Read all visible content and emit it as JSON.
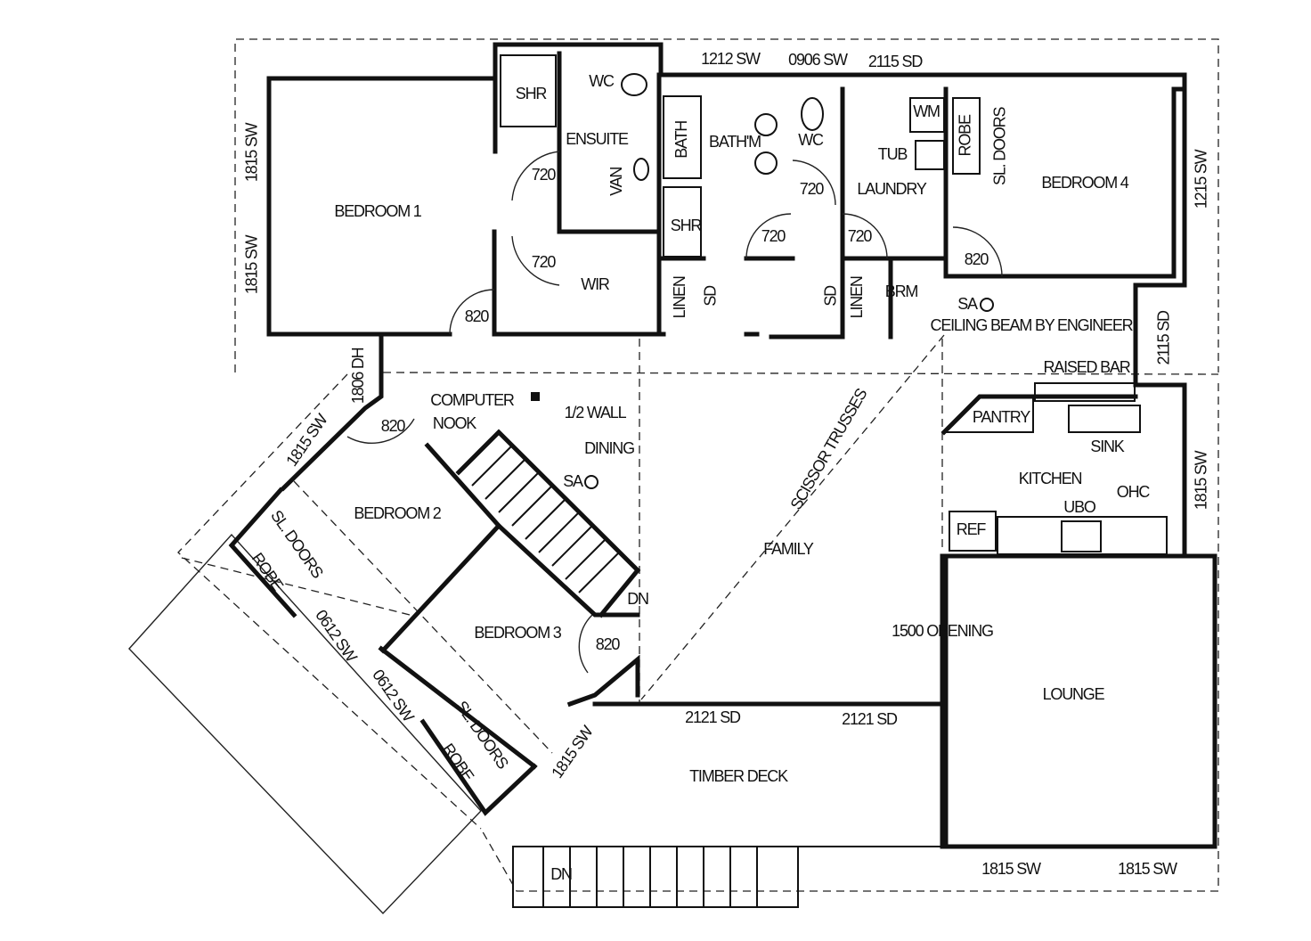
{
  "title": "Floor Plan",
  "rooms": {
    "bedroom1": "BEDROOM 1",
    "bedroom2": "BEDROOM 2",
    "bedroom3": "BEDROOM 3",
    "bedroom4": "BEDROOM 4",
    "ensuite": "ENSUITE",
    "wir": "WIR",
    "bathroom": "BATH'M",
    "laundry": "LAUNDRY",
    "brm": "BRM",
    "computer": "COMPUTER",
    "nook": "NOOK",
    "dining": "DINING",
    "family": "FAMILY",
    "kitchen": "KITCHEN",
    "pantry": "PANTRY",
    "lounge": "LOUNGE",
    "deck": "TIMBER DECK"
  },
  "fixtures": {
    "shr1": "SHR",
    "wc1": "WC",
    "van": "VAN",
    "bath": "BATH",
    "shr2": "SHR",
    "wc2": "WC",
    "wm": "WM",
    "tub": "TUB",
    "robe1": "ROBE",
    "sldoors1": "SL. DOORS",
    "linen1": "LINEN",
    "linen2": "LINEN",
    "sd1": "SD",
    "sd2": "SD",
    "sa1": "SA",
    "sa2": "SA",
    "ceiling_beam": "CEILING BEAM BY ENGINEER",
    "raised_bar": "RAISED BAR",
    "half_wall": "1/2 WALL",
    "sink": "SINK",
    "ohc": "OHC",
    "ubo": "UBO",
    "ref": "REF",
    "sldoors2": "SL. DOORS",
    "robe2": "ROBE",
    "sldoors3": "SL. DOORS",
    "robe3": "ROBE",
    "scissor": "SCISSOR TRUSSES",
    "opening": "1500 OPENING",
    "dn1": "DN",
    "dn2": "DN"
  },
  "doors": {
    "d1": "720",
    "d2": "720",
    "d3": "820",
    "d4": "720",
    "d5": "720",
    "d6": "720",
    "d7": "820",
    "d8": "820",
    "d9": "820"
  },
  "windows": {
    "w1": "1212 SW",
    "w2": "0906 SW",
    "w3": "2115 SD",
    "w4": "1815 SW",
    "w5": "1815 SW",
    "w6": "1215 SW",
    "w7": "2115 SD",
    "w8": "1806 DH",
    "w9": "1815 SW",
    "w10": "1815 SW",
    "w11": "0612 SW",
    "w12": "0612 SW",
    "w13": "1815 SW",
    "w14": "2121 SD",
    "w15": "2121 SD",
    "w16": "1815 SW",
    "w17": "1815 SW"
  }
}
